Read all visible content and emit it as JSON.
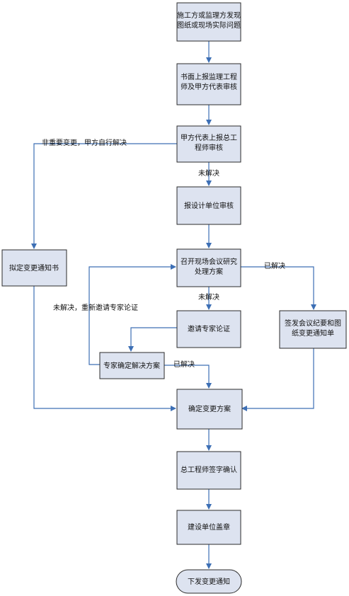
{
  "nodes": {
    "n1": [
      "施工方或监理方发现",
      "图纸或现场实际问题"
    ],
    "n2": [
      "书面上报监理工程",
      "师及甲方代表审核"
    ],
    "n3": [
      "甲方代表上报总工",
      "程师审核"
    ],
    "n4": [
      "报设计单位审核"
    ],
    "n5": [
      "召开现场会议研究",
      "处理方案"
    ],
    "n6": [
      "邀请专家论证"
    ],
    "n7": [
      "专家确定解决方案"
    ],
    "n8": [
      "拟定变更通知书"
    ],
    "n9": [
      "签发会议纪要和图",
      "纸变更通知单"
    ],
    "n10": [
      "确定变更方案"
    ],
    "n11": [
      "总工程师签字确认"
    ],
    "n12": [
      "建设单位盖章"
    ],
    "n13": [
      "下发变更通知"
    ]
  },
  "labels": {
    "nonmajor": "非重要变更，甲方自行解决",
    "unresolved1": "未解决",
    "resolved1": "已解决",
    "unresolved2": "未解决",
    "reinvite": "未解决，重新邀请专家论证",
    "resolved2": "已解决"
  }
}
